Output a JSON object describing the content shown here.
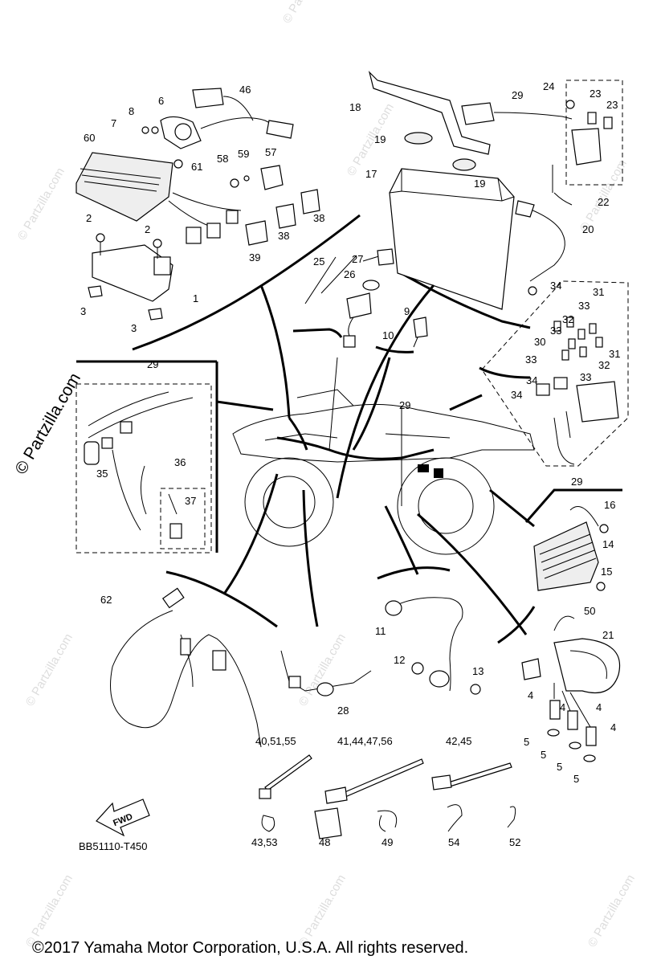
{
  "watermark": {
    "brand": "© Partzilla.com",
    "small": "© Partzilla.com"
  },
  "diagram_code": "BB51110-T450",
  "fwd_label": "FWD",
  "copyright": "©2017  Yamaha Motor Corporation, U.S.A. All rights reserved.",
  "callouts": [
    {
      "id": "46",
      "text": "46"
    },
    {
      "id": "6",
      "text": "6"
    },
    {
      "id": "8",
      "text": "8"
    },
    {
      "id": "7",
      "text": "7"
    },
    {
      "id": "60",
      "text": "60"
    },
    {
      "id": "61",
      "text": "61"
    },
    {
      "id": "58",
      "text": "58"
    },
    {
      "id": "59",
      "text": "59"
    },
    {
      "id": "57",
      "text": "57"
    },
    {
      "id": "38a",
      "text": "38"
    },
    {
      "id": "38b",
      "text": "38"
    },
    {
      "id": "39",
      "text": "39"
    },
    {
      "id": "2a",
      "text": "2"
    },
    {
      "id": "2b",
      "text": "2"
    },
    {
      "id": "1",
      "text": "1"
    },
    {
      "id": "3a",
      "text": "3"
    },
    {
      "id": "3b",
      "text": "3"
    },
    {
      "id": "18",
      "text": "18"
    },
    {
      "id": "29a",
      "text": "29"
    },
    {
      "id": "24",
      "text": "24"
    },
    {
      "id": "23a",
      "text": "23"
    },
    {
      "id": "23b",
      "text": "23"
    },
    {
      "id": "19a",
      "text": "19"
    },
    {
      "id": "19b",
      "text": "19"
    },
    {
      "id": "17",
      "text": "17"
    },
    {
      "id": "22",
      "text": "22"
    },
    {
      "id": "20",
      "text": "20"
    },
    {
      "id": "34a",
      "text": "34"
    },
    {
      "id": "25",
      "text": "25"
    },
    {
      "id": "27",
      "text": "27"
    },
    {
      "id": "26",
      "text": "26"
    },
    {
      "id": "9",
      "text": "9"
    },
    {
      "id": "10",
      "text": "10"
    },
    {
      "id": "31a",
      "text": "31"
    },
    {
      "id": "33a",
      "text": "33"
    },
    {
      "id": "32a",
      "text": "32"
    },
    {
      "id": "33b",
      "text": "33"
    },
    {
      "id": "30",
      "text": "30"
    },
    {
      "id": "31b",
      "text": "31"
    },
    {
      "id": "33c",
      "text": "33"
    },
    {
      "id": "32b",
      "text": "32"
    },
    {
      "id": "33d",
      "text": "33"
    },
    {
      "id": "34b",
      "text": "34"
    },
    {
      "id": "34c",
      "text": "34"
    },
    {
      "id": "29b",
      "text": "29"
    },
    {
      "id": "29c",
      "text": "29"
    },
    {
      "id": "35",
      "text": "35"
    },
    {
      "id": "36",
      "text": "36"
    },
    {
      "id": "37",
      "text": "37"
    },
    {
      "id": "29d",
      "text": "29"
    },
    {
      "id": "16",
      "text": "16"
    },
    {
      "id": "14",
      "text": "14"
    },
    {
      "id": "15",
      "text": "15"
    },
    {
      "id": "62",
      "text": "62"
    },
    {
      "id": "11",
      "text": "11"
    },
    {
      "id": "12",
      "text": "12"
    },
    {
      "id": "13",
      "text": "13"
    },
    {
      "id": "28",
      "text": "28"
    },
    {
      "id": "50",
      "text": "50"
    },
    {
      "id": "21",
      "text": "21"
    },
    {
      "id": "4a",
      "text": "4"
    },
    {
      "id": "4b",
      "text": "4"
    },
    {
      "id": "4c",
      "text": "4"
    },
    {
      "id": "4d",
      "text": "4"
    },
    {
      "id": "5a",
      "text": "5"
    },
    {
      "id": "5b",
      "text": "5"
    },
    {
      "id": "5c",
      "text": "5"
    },
    {
      "id": "5d",
      "text": "5"
    },
    {
      "id": "g1",
      "text": "40,51,55"
    },
    {
      "id": "g2",
      "text": "41,44,47,56"
    },
    {
      "id": "g3",
      "text": "42,45"
    },
    {
      "id": "43",
      "text": "43,53"
    },
    {
      "id": "48",
      "text": "48"
    },
    {
      "id": "49",
      "text": "49"
    },
    {
      "id": "54",
      "text": "54"
    },
    {
      "id": "52",
      "text": "52"
    }
  ]
}
